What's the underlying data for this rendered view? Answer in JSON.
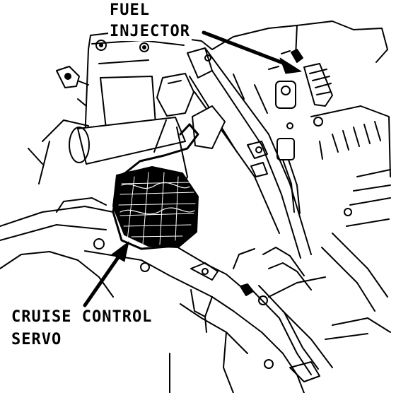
{
  "labels": {
    "fuel_injector": [
      "FUEL",
      "INJECTOR"
    ],
    "cruise_control_servo": [
      "CRUISE CONTROL",
      "SERVO"
    ]
  },
  "colors": {
    "ink": "#000000",
    "paper": "#ffffff"
  }
}
